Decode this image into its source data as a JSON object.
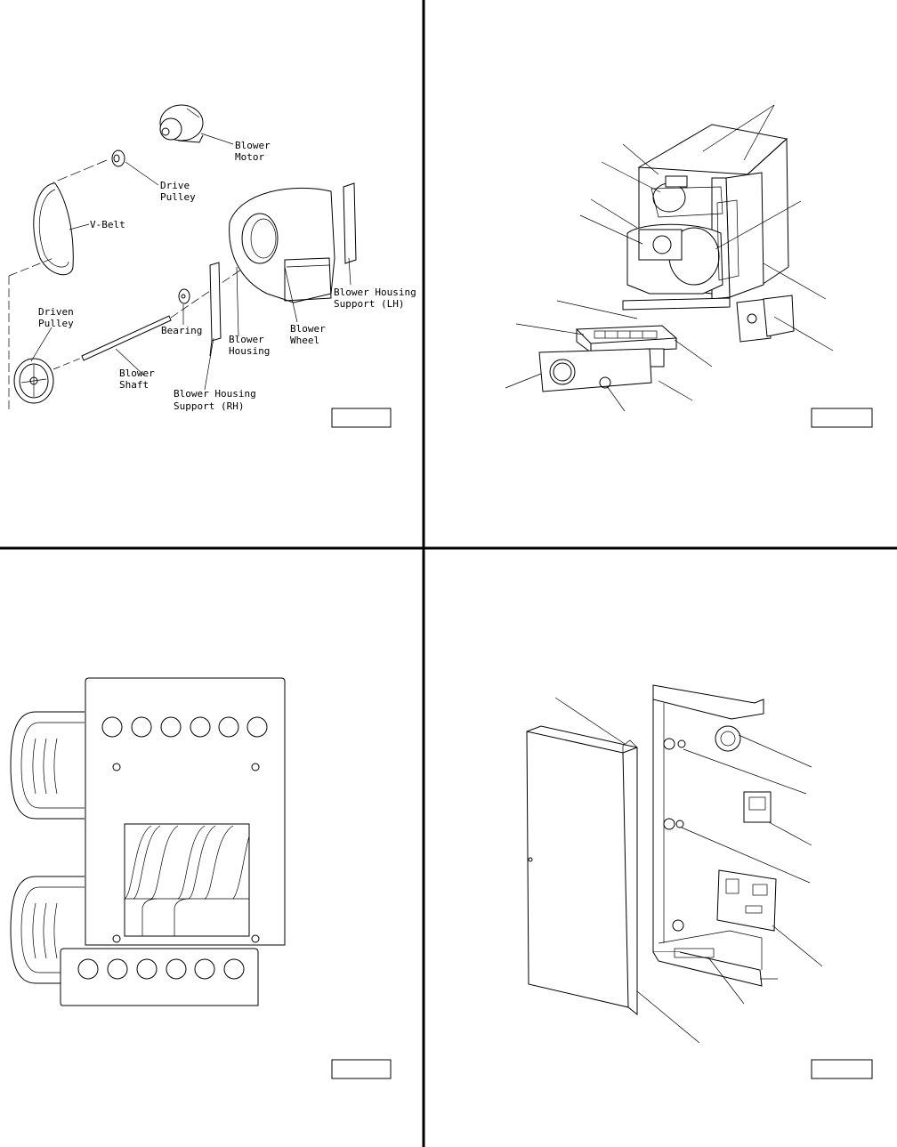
{
  "panels": {
    "top_left": {
      "labels": {
        "blower_motor": [
          "Blower",
          "Motor"
        ],
        "drive_pulley": [
          "Drive",
          "Pulley"
        ],
        "v_belt": "V-Belt",
        "driven_pulley": [
          "Driven",
          "Pulley"
        ],
        "bearing": "Bearing",
        "blower_shaft": [
          "Blower",
          "Shaft"
        ],
        "blower_housing": [
          "Blower",
          "Housing"
        ],
        "blower_wheel": [
          "Blower",
          "Wheel"
        ],
        "support_lh": [
          "Blower Housing",
          "Support (LH)"
        ],
        "support_rh": [
          "Blower Housing",
          "Support (RH)"
        ]
      },
      "figure_box": ""
    },
    "top_right": {
      "figure_box": ""
    },
    "bottom_left": {
      "figure_box": ""
    },
    "bottom_right": {
      "figure_box": ""
    }
  }
}
